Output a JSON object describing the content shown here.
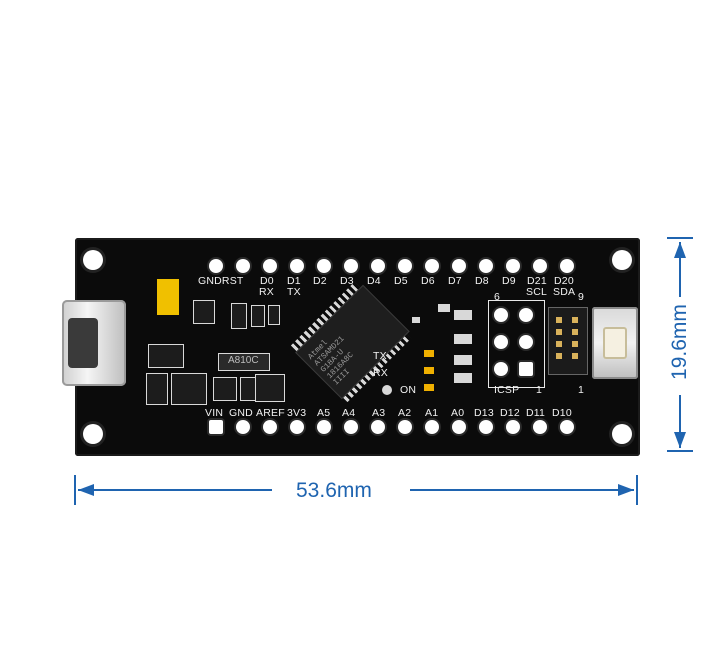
{
  "dimensions": {
    "width": "53.6mm",
    "height": "19.6mm",
    "color": "#1f64b0"
  },
  "board": {
    "top_labels": [
      "GNDRST",
      "D0",
      "D1",
      "D2",
      "D3",
      "D4",
      "D5",
      "D6",
      "D7",
      "D8",
      "D9",
      "D21",
      "D20"
    ],
    "top_sub_labels": [
      "RX",
      "TX",
      "SCL",
      "SDA"
    ],
    "bottom_labels": [
      "VIN",
      "GND",
      "AREF",
      "3V3",
      "A5",
      "A4",
      "A3",
      "A2",
      "A1",
      "A0",
      "D13",
      "D12",
      "D11",
      "D10"
    ],
    "header_labels": [
      "6",
      "9",
      "ICSP",
      "1",
      "1"
    ],
    "status_labels": [
      "TX",
      "RX",
      "ON"
    ],
    "chip_marking": [
      "Atmel",
      "ATSAMD21",
      "G18A-U",
      "1816A8C",
      "IIII"
    ],
    "component_marking": "A810C",
    "colors": {
      "pcb": "#0b0b0b",
      "silk": "#f2f2f2",
      "pins": "#ffffff"
    }
  }
}
